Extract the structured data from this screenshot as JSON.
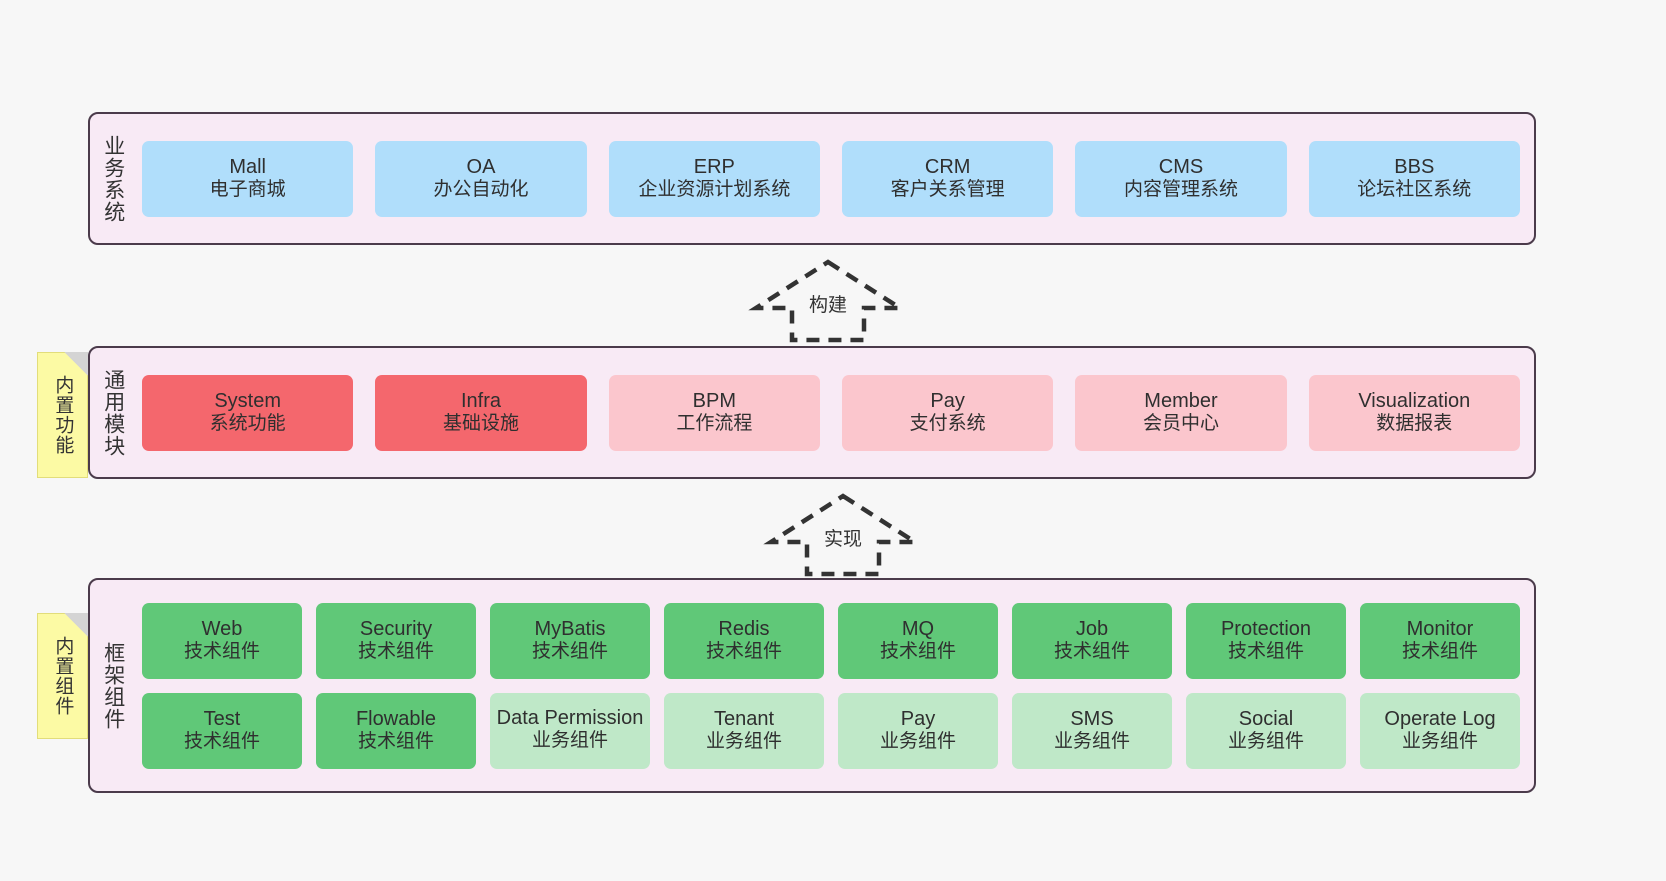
{
  "diagram": {
    "background": "#f7f7f7",
    "layer_bg": "#f8eaf5",
    "layer_border": "#4b3b4b",
    "colors": {
      "business": "#b0defb",
      "module_core": "#f4676d",
      "module_plain": "#fbc6cd",
      "tech_component": "#60c878",
      "biz_component": "#bfe8c8",
      "note": "#fcfaa4"
    }
  },
  "layers": {
    "business": {
      "title": "业务系统",
      "cards": [
        {
          "en": "Mall",
          "cn": "电子商城"
        },
        {
          "en": "OA",
          "cn": "办公自动化"
        },
        {
          "en": "ERP",
          "cn": "企业资源计划系统"
        },
        {
          "en": "CRM",
          "cn": "客户关系管理"
        },
        {
          "en": "CMS",
          "cn": "内容管理系统"
        },
        {
          "en": "BBS",
          "cn": "论坛社区系统"
        }
      ]
    },
    "modules": {
      "title": "通用模块",
      "note": "内置功能",
      "cards": [
        {
          "en": "System",
          "cn": "系统功能",
          "tone": "red"
        },
        {
          "en": "Infra",
          "cn": "基础设施",
          "tone": "red"
        },
        {
          "en": "BPM",
          "cn": "工作流程",
          "tone": "pink"
        },
        {
          "en": "Pay",
          "cn": "支付系统",
          "tone": "pink"
        },
        {
          "en": "Member",
          "cn": "会员中心",
          "tone": "pink"
        },
        {
          "en": "Visualization",
          "cn": "数据报表",
          "tone": "pink"
        }
      ]
    },
    "framework": {
      "title": "框架组件",
      "note": "内置组件",
      "row1": [
        {
          "en": "Web",
          "cn": "技术组件",
          "tone": "green"
        },
        {
          "en": "Security",
          "cn": "技术组件",
          "tone": "green"
        },
        {
          "en": "MyBatis",
          "cn": "技术组件",
          "tone": "green"
        },
        {
          "en": "Redis",
          "cn": "技术组件",
          "tone": "green"
        },
        {
          "en": "MQ",
          "cn": "技术组件",
          "tone": "green"
        },
        {
          "en": "Job",
          "cn": "技术组件",
          "tone": "green"
        },
        {
          "en": "Protection",
          "cn": "技术组件",
          "tone": "green"
        },
        {
          "en": "Monitor",
          "cn": "技术组件",
          "tone": "green"
        }
      ],
      "row2": [
        {
          "en": "Test",
          "cn": "技术组件",
          "tone": "green"
        },
        {
          "en": "Flowable",
          "cn": "技术组件",
          "tone": "green"
        },
        {
          "en": "Data Permission",
          "cn": "业务组件",
          "tone": "mint"
        },
        {
          "en": "Tenant",
          "cn": "业务组件",
          "tone": "mint"
        },
        {
          "en": "Pay",
          "cn": "业务组件",
          "tone": "mint"
        },
        {
          "en": "SMS",
          "cn": "业务组件",
          "tone": "mint"
        },
        {
          "en": "Social",
          "cn": "业务组件",
          "tone": "mint"
        },
        {
          "en": "Operate Log",
          "cn": "业务组件",
          "tone": "mint"
        }
      ]
    }
  },
  "arrows": {
    "build": "构建",
    "implement": "实现"
  }
}
